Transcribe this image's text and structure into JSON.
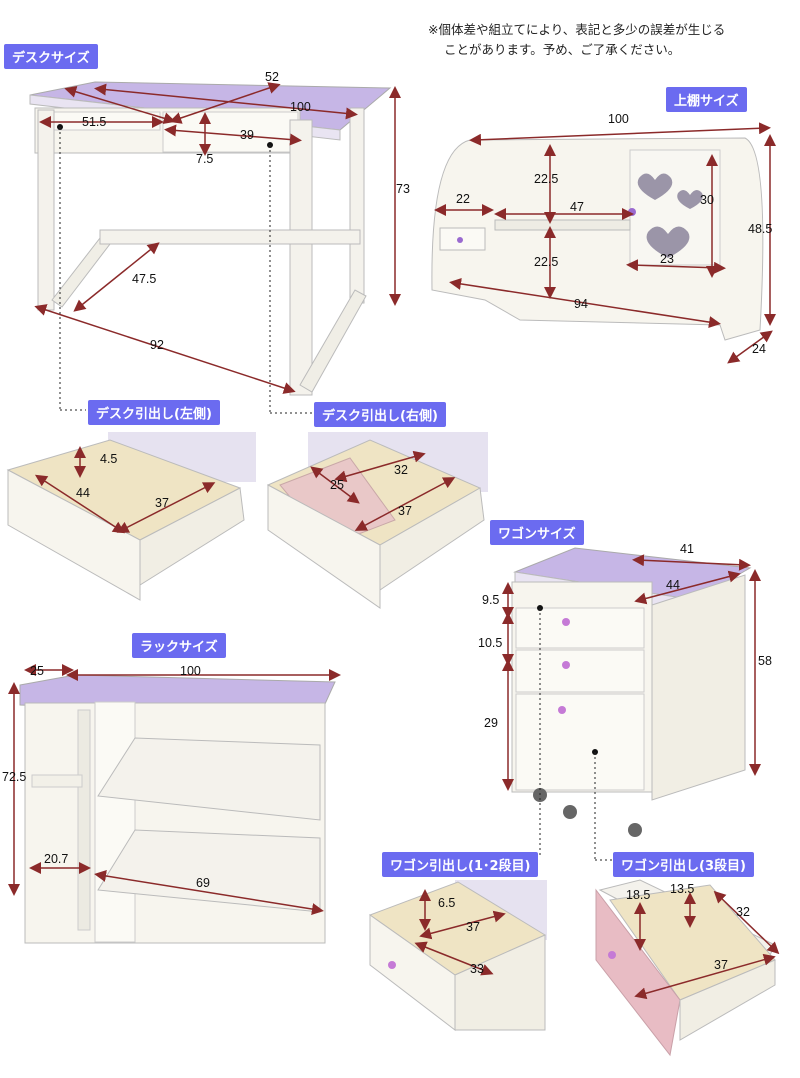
{
  "colors": {
    "label_bg": "#6b6bf0",
    "dimension_line": "#8b2a2a",
    "lavender_top": "#c6b6e6",
    "white_body": "#f7f5ee",
    "pink_drawer": "#e8bcc4",
    "drawer_inner": "#efe4c4"
  },
  "note": {
    "line1": "※個体差や組立てにより、表記と多少の誤差が生じる",
    "line2": "ことがあります。予め、ご了承ください。"
  },
  "labels": {
    "desk_size": "デスクサイズ",
    "shelf_size": "上棚サイズ",
    "desk_drawer_left": "デスク引出し(左側)",
    "desk_drawer_right": "デスク引出し(右側)",
    "wagon_size": "ワゴンサイズ",
    "rack_size": "ラックサイズ",
    "wagon_drawer_12": "ワゴン引出し(1･2段目)",
    "wagon_drawer_3": "ワゴン引出し(3段目)"
  },
  "dims": {
    "desk": {
      "depth": "52",
      "width": "100",
      "drawer_w": "51.5",
      "drawer2_w": "39",
      "drawer_h": "7.5",
      "height": "73",
      "inner_depth": "47.5",
      "inner_w": "92"
    },
    "shelf": {
      "width": "100",
      "upper": "22.5",
      "left": "22",
      "mid": "47",
      "heart": "30",
      "height": "48.5",
      "lower": "22.5",
      "side": "23",
      "bottom_w": "94",
      "depth": "24"
    },
    "desk_drawer_left": {
      "h": "4.5",
      "w": "44",
      "d": "37"
    },
    "desk_drawer_right": {
      "w": "32",
      "tray": "25",
      "d": "37"
    },
    "wagon": {
      "depth": "41",
      "width": "44",
      "h1": "9.5",
      "h2": "10.5",
      "h3": "29",
      "height": "58"
    },
    "rack": {
      "depth": "25",
      "width": "100",
      "height": "72.5",
      "inner_small": "20.7",
      "inner_large": "69"
    },
    "wagon_drawer_12": {
      "h": "6.5",
      "w": "37",
      "d": "33"
    },
    "wagon_drawer_3": {
      "h": "18.5",
      "mid": "13.5",
      "w": "32",
      "d": "37"
    }
  }
}
